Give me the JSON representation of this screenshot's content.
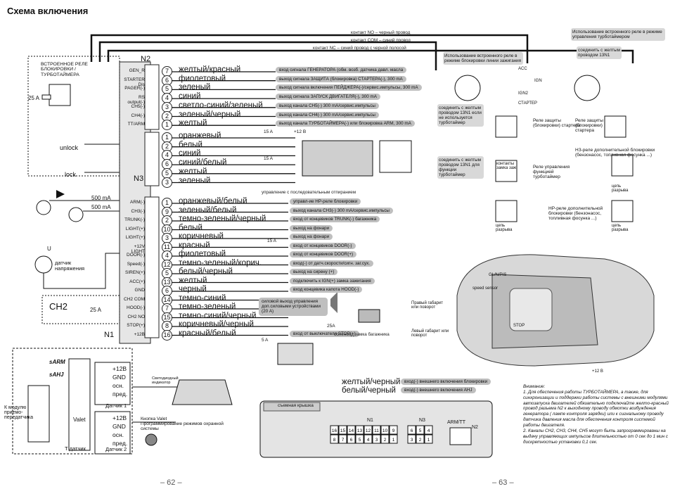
{
  "title": "Схема включения",
  "connectors": {
    "n2": "N2",
    "n3": "N3",
    "n1": "N1",
    "n1_bottom": "N1",
    "n2_bottom": "N2",
    "n3_bottom": "N3",
    "ch2": "CH2",
    "armtt": "ARM/TT"
  },
  "relay_label": "ВСТРОЕННОЕ РЕЛЕ\nБЛОКИРОВКИ /\nТУРБОТАЙМЕРА",
  "fuse_labels": {
    "f25a_top": "25 A",
    "f15a_n3": "15 A",
    "f15a_n3b": "15 A",
    "f12b": "+12 B",
    "f15a_n1": "15 A",
    "f25a_ch2": "25 A",
    "f25a_lock": "25A",
    "f5a": "5 A",
    "ma1": "500 mA",
    "ma2": "500 mA"
  },
  "left_labels": {
    "unlock": "unlock",
    "lock": "lock",
    "sensor_u": "U",
    "sensor": "датчик\nнапряжения"
  },
  "n2_wires": [
    {
      "pin": "GEN_R",
      "num": "7",
      "color": "желтый/красный",
      "signal": "вход сигнала ГЕНЕРАТОРА (обм. возб. датчика давл. масла"
    },
    {
      "pin": "STARTER Dis",
      "num": "6",
      "color": "фиолетовый",
      "signal": "выход сигнала ЗАЩИТА (блокировка) СТАРТЕРА(-), 300 mA"
    },
    {
      "pin": "PAGER(-)",
      "num": "5",
      "color": "зеленый",
      "signal": "выход сигнала включения ПЕЙДЖЕРА(-)/сервис.импульсы, 300 mA"
    },
    {
      "pin": "RS output(-)",
      "num": "4",
      "color": "синий",
      "signal": "выход сигнала ЗАПУСК ДВИГАТЕЛЯ(-), 300 mA"
    },
    {
      "pin": "CH5(-)",
      "num": "3",
      "color": "светло-синий/зеленый",
      "signal": "выход канала CH5(-) 300 mA/сервис.импульсы"
    },
    {
      "pin": "CH4(-)",
      "num": "2",
      "color": "зеленый/черный",
      "signal": "выход канала CH4(-) 300 mA/сервис.импульсы"
    },
    {
      "pin": "TT/ARM",
      "num": "1",
      "color": "желтый",
      "signal": "выход канала ТУРБОТАЙМЕРА(-) или блокировка ARM, 300 mA"
    }
  ],
  "n3_wires": [
    {
      "num": "1",
      "color": "оранжевый"
    },
    {
      "num": "2",
      "color": "белый"
    },
    {
      "num": "4",
      "color": "синий"
    },
    {
      "num": "6",
      "color": "синий/белый"
    },
    {
      "num": "5",
      "color": "желтый"
    },
    {
      "num": "3",
      "color": "зеленый"
    }
  ],
  "n3_note": "управление с последовательным отпиранием",
  "n1_wires": [
    {
      "pin": "ARM(-)",
      "num": "1",
      "color": "оранжевый/белый",
      "signal": "управл-ие НР-реле блокировки"
    },
    {
      "pin": "CH3(-)",
      "num": "9",
      "color": "зеленый/белый",
      "signal": "выход канала CH3(-) 300 mA/сервис.импульсы"
    },
    {
      "pin": "TRUNK(-)",
      "num": "2",
      "color": "темно-зеленый/черный",
      "signal": "вход от концевиков TRUNK(-) багажника"
    },
    {
      "pin": "LIGHT(+)",
      "num": "10",
      "color": "белый",
      "signal": "выход на фонари"
    },
    {
      "pin": "LIGHT(+)",
      "num": "3",
      "color": "коричневый",
      "signal": "выход на фонари"
    },
    {
      "pin": "+12V LIGHT",
      "num": "11",
      "color": "красный",
      "signal": "вход от концевиков DOOR(-)"
    },
    {
      "pin": "DOOR(-)",
      "num": "4",
      "color": "фиолетовый",
      "signal": "вход от концевиков DOOR(+)"
    },
    {
      "pin": "Speed(-)",
      "num": "12",
      "color": "темно-зеленый/корич.",
      "signal": "вход(-) от датч.скорости/сигн. заг.сух."
    },
    {
      "pin": "SIREN(+)",
      "num": "5",
      "color": "белый/черный",
      "signal": "выход на сирену (+)"
    },
    {
      "pin": "ACC(+)",
      "num": "13",
      "color": "желтый",
      "signal": "подключить к IGN(+) замка зажигания"
    },
    {
      "pin": "GND",
      "num": "6",
      "color": "черный",
      "signal": "вход концевика капота HOOD(-)"
    },
    {
      "pin": "CH2 COM",
      "num": "14",
      "color": "темно-синий",
      "signal": ""
    },
    {
      "pin": "HOOD(-)",
      "num": "7",
      "color": "темно-зеленый",
      "signal": ""
    },
    {
      "pin": "CH2 NO",
      "num": "15",
      "color": "темно-синий/черный",
      "signal": ""
    },
    {
      "pin": "STOP(+)",
      "num": "8",
      "color": "коричневый/черный",
      "signal": ""
    },
    {
      "pin": "+12B",
      "num": "16",
      "color": "красный/белый",
      "signal": "вход от выключателя STOP(+)"
    }
  ],
  "ch2_signal": "силовой выход управления доп.силовыми устройствами (20 A)",
  "trunk_label": "соленоид замка багажника",
  "top_signals": [
    "контакт NO – черный провод",
    "контакт COM – синий провод",
    "контакт NC – синий провод с черной полосой"
  ],
  "right_blocks": {
    "builtin_relay_1": "Использование встроенного реле в режиме блокировки линии зажигания",
    "builtin_relay_2": "Использование встроенного реле в режиме управления турботаймером",
    "connect_yellow": "соединить с желтым проводом 13N1",
    "connect_yellow2": "соединить с желтым проводом 13N1 если не используется турботаймер",
    "connect_yellow3": "соединить с желтым проводом 13N1 для функции турботаймер",
    "starter_relay": "Реле защиты (блокировки) стартера",
    "starter_relay2": "Реле защиты (блокировки) стартера",
    "turbo_relay": "Реле управления функцией турботаймер",
    "nc_relay": "НЗ-реле дополнительной блокировки (бензонасос, топливная фосунка ...)",
    "no_relay": "НР-реле дополнительной блокировки (бензонасос, топливная фосунка ...)",
    "chain": "цепь разрыва",
    "chain2": "цепь разрыва",
    "chain3": "цепь разрыва",
    "lock_contacts": "контакты замка заж.",
    "acc": "ACC",
    "ign": "IGN",
    "ign2": "IGN2",
    "starter": "СТАРТЕР"
  },
  "car_labels": {
    "right_light": "Правый габарит или поворот",
    "left_light": "Левый габарит или поворот",
    "gsm": "GL/N/PIS",
    "speed": "speed sensor",
    "stop": "STOP",
    "plus12": "+12 B"
  },
  "bottom_wires": [
    {
      "color": "желтый/черный",
      "signal": "вход(-) внешнего включения блокировки"
    },
    {
      "color": "белый/черный",
      "signal": "вход(-) внешнего включения AHJ"
    }
  ],
  "bottom_left": {
    "sarm": "sARM",
    "sahj": "sAHJ",
    "valet": "Valet",
    "module": "К модулю приемо-передатчика",
    "t_sensor": "Т датчик",
    "sensor1": "Датчик 1",
    "sensor2": "Датчик 2",
    "pins1": [
      "+12B",
      "GND",
      "осн.",
      "пред."
    ],
    "pins2": [
      "+12B",
      "GND",
      "осн.",
      "пред."
    ],
    "led": "Светодиодный индикатор",
    "valet_btn": "Кнопка Valet\nПрограммирование режимов охранной системы"
  },
  "cover": "съемная крышка",
  "block_n1_pins": [
    "16",
    "15",
    "14",
    "13",
    "12",
    "11",
    "10",
    "9",
    "8",
    "7",
    "6",
    "5",
    "4",
    "3",
    "2",
    "1"
  ],
  "block_n3_pins": [
    "6",
    "5",
    "4",
    "3",
    "2",
    "1"
  ],
  "note": "Внимание:\n1. Для обеспечения работы ТУРБОТАЙМЕРА, а также, для синхронизации и поддержки работы системы с внешними модулями автозапуска двигателей обязательно подключайте желто-красный провод разъема N2 к выходному проводу обмотки возбуждения генератора ( лампе контроля зарядки) или к сигнальному проводу датчика давления масла для обеспечения контроля системой работы двигателя.\n2. Каналы CH2, CH3, CH4, CH5 могут быть запрограммированы на выдачу управляющих импульсов длительностью от 0 сек до 1 мин с дискретностью установки 0,1 сек.",
  "pages": {
    "left": "– 62 –",
    "right": "– 63 –"
  },
  "colors": {
    "signal_bg": "#bfbfbf",
    "wire": "#111111",
    "car": "#d8d8d8"
  }
}
